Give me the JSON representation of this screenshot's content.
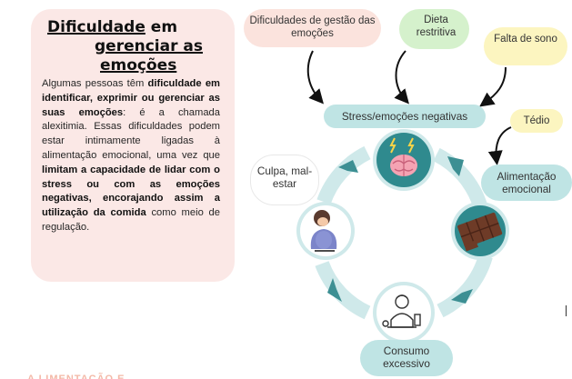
{
  "card": {
    "title_part1": "Dificuldade",
    "title_part2": " em",
    "title_part3": "gerenciar",
    "title_part4": " as ",
    "title_part5": "emoções",
    "body": [
      {
        "t": "Algumas pessoas têm ",
        "b": false
      },
      {
        "t": "dificuldade em identificar, exprimir ou gerenciar as suas emoções",
        "b": true
      },
      {
        "t": ": é a chamada alexitimia. Essas dificuldades podem estar intimamente ligadas à alimentação emocional, uma vez que ",
        "b": false
      },
      {
        "t": "limitam a capacidade de lidar com o stress ou com as emoções negativas, encorajando assim a utilização da comida",
        "b": true
      },
      {
        "t": " como meio de regulação.",
        "b": false
      }
    ]
  },
  "pills": {
    "gestao": "Dificuldades de gestão das emoções",
    "dieta": "Dieta restritiva",
    "sono": "Falta de sono",
    "tedio": "Tédio",
    "stress": "Stress/emoções negativas",
    "culpa": "Culpa, mal-estar",
    "alimentacao": "Alimentação emocional",
    "consumo": "Consumo excessivo"
  },
  "icons": {
    "stress": "brain-stress-icon",
    "alimentacao": "chocolate-bar-icon",
    "consumo": "overeating-person-icon",
    "culpa": "sad-person-icon"
  },
  "colors": {
    "card_bg": "#fbe8e6",
    "cycle_teal_light": "#cfe9ea",
    "cycle_teal_dark": "#3c8f93",
    "node_fill": "#2f8a8e",
    "pill_teal": "#bfe4e4",
    "pill_pink": "#fbe3dd",
    "pill_green": "#d5f1cc",
    "pill_yellow": "#fcf5c0"
  },
  "footer_fragment": "A LIMENTAÇÃO E"
}
